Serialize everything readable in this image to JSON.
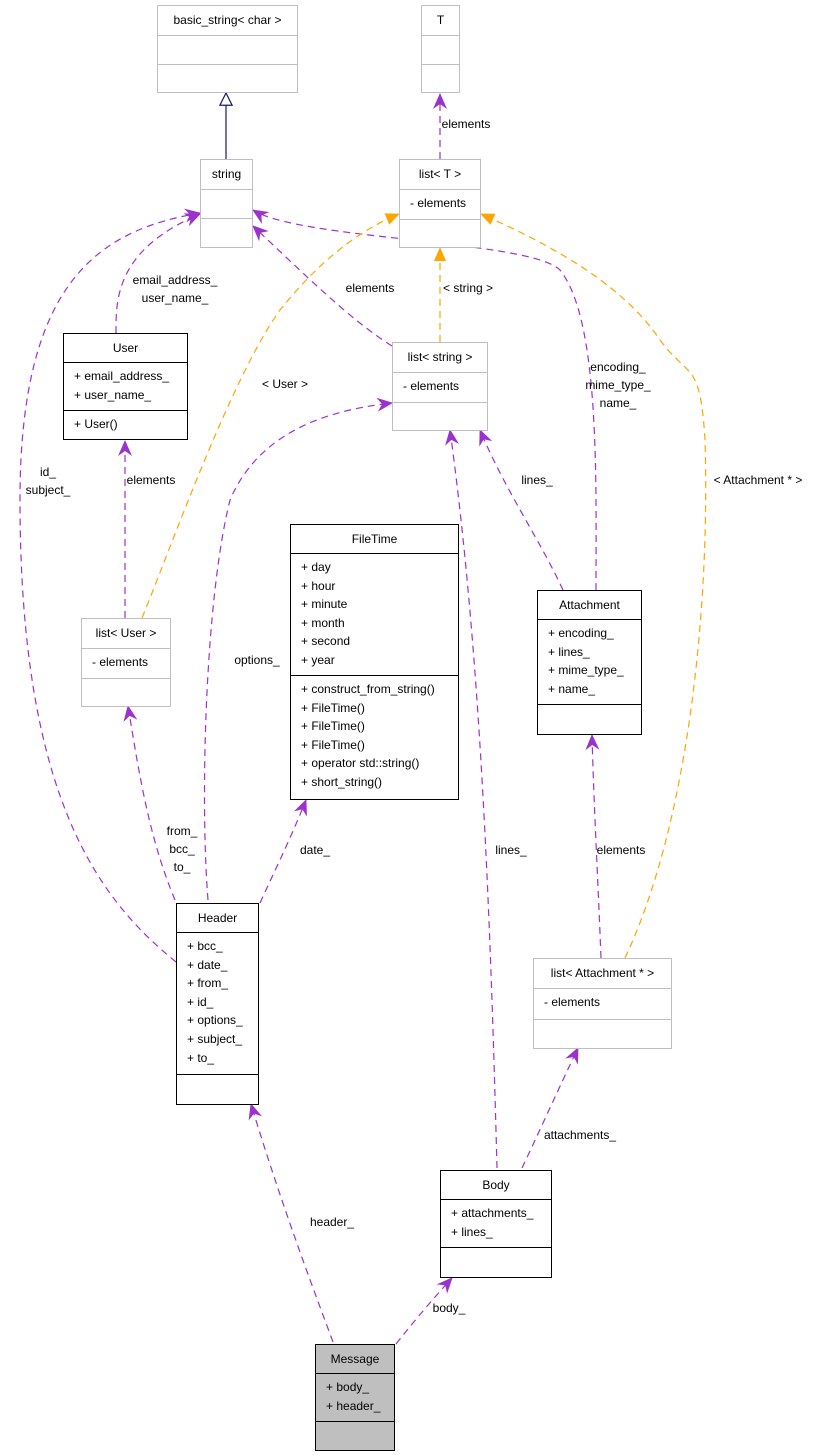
{
  "colors": {
    "inherit": "#191970",
    "use": "#9a32cd",
    "template": "#ffa500",
    "focus_fill": "#bfbfbf"
  },
  "nodes": {
    "basic_string": {
      "title": "basic_string< char >",
      "attributes": [],
      "methods": []
    },
    "T": {
      "title": "T",
      "attributes": [],
      "methods": []
    },
    "string": {
      "title": "string",
      "attributes": [],
      "methods": []
    },
    "list_T": {
      "title": "list< T >",
      "attributes": [
        "- elements"
      ],
      "methods": []
    },
    "User": {
      "title": "User",
      "attributes": [
        "+ email_address_",
        "+ user_name_"
      ],
      "methods": [
        "+ User()"
      ]
    },
    "list_string": {
      "title": "list< string >",
      "attributes": [
        "- elements"
      ],
      "methods": []
    },
    "FileTime": {
      "title": "FileTime",
      "attributes": [
        "+ day",
        "+ hour",
        "+ minute",
        "+ month",
        "+ second",
        "+ year"
      ],
      "methods": [
        "+ construct_from_string()",
        "+ FileTime()",
        "+ FileTime()",
        "+ FileTime()",
        "+ operator std::string()",
        "+ short_string()"
      ]
    },
    "list_User": {
      "title": "list< User >",
      "attributes": [
        "- elements"
      ],
      "methods": []
    },
    "Attachment": {
      "title": "Attachment",
      "attributes": [
        "+ encoding_",
        "+ lines_",
        "+ mime_type_",
        "+ name_"
      ],
      "methods": []
    },
    "Header": {
      "title": "Header",
      "attributes": [
        "+ bcc_",
        "+ date_",
        "+ from_",
        "+ id_",
        "+ options_",
        "+ subject_",
        "+ to_"
      ],
      "methods": []
    },
    "list_Attachment": {
      "title": "list< Attachment * >",
      "attributes": [
        "- elements"
      ],
      "methods": []
    },
    "Body": {
      "title": "Body",
      "attributes": [
        "+ attachments_",
        "+ lines_"
      ],
      "methods": []
    },
    "Message": {
      "title": "Message",
      "attributes": [
        "+ body_",
        "+ header_"
      ],
      "methods": []
    }
  },
  "edge_labels": {
    "T_elements": "elements",
    "user_string": "email_address_\nuser_name_",
    "liststring_string": "elements",
    "listT_liststring": "< string >",
    "attach_string": "encoding_\nmime_type_\nname_",
    "listUser_listT": "< User >",
    "header_string": "id_\nsubject_",
    "listAttach_listT": "< Attachment * >",
    "attach_liststring": "lines_",
    "listUser_user": "elements",
    "header_liststring": "options_",
    "header_listuser": "from_\nbcc_\nto_",
    "header_filetime": "date_",
    "body_liststring": "lines_",
    "listAttach_attach": "elements",
    "body_listattach": "attachments_",
    "message_header": "header_",
    "message_body": "body_"
  }
}
